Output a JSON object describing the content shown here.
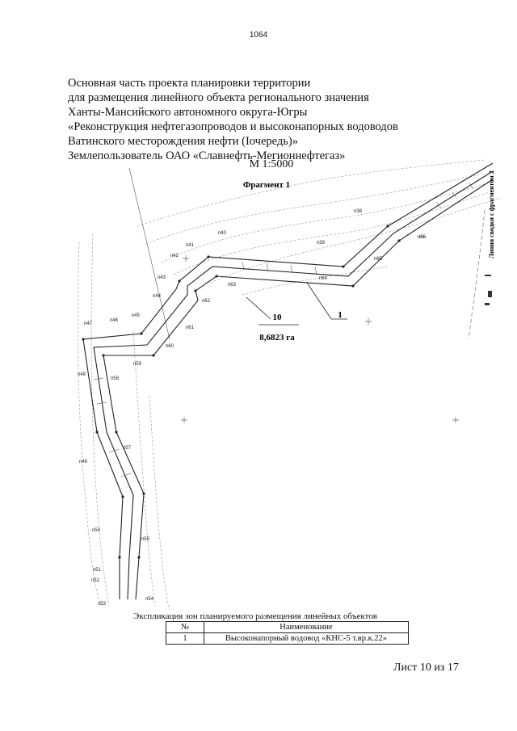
{
  "page_number": "1064",
  "title_lines": [
    "Основная часть проекта планировки территории",
    "для размещения линейного объекта регионального значения",
    "Ханты-Мансийского автономного округа-Югры",
    "«Реконструкция нефтегазопроводов и высоконапорных водоводов",
    "Ватинского месторождения нефти (Iочередь)»",
    "Землепользователь ОАО «Славнефть-Мегионнефтегаз»"
  ],
  "scale": "М 1:5000",
  "fragment": "Фрагмент 1",
  "side_note": "Линия сводки с фрагментом 2",
  "zone": {
    "number": "10",
    "area": "8,6823 га"
  },
  "callout": "1",
  "points": [
    "п38",
    "п39",
    "п40",
    "п41",
    "п42",
    "п43",
    "п44",
    "п45",
    "п46",
    "п47",
    "п48",
    "п49",
    "п50",
    "п51",
    "п52",
    "п53",
    "п54",
    "п55",
    "п56",
    "п57",
    "п58",
    "п59",
    "п60",
    "п61",
    "п62",
    "п63",
    "п64",
    "п65",
    "п66"
  ],
  "legend": {
    "caption": "Экспликация зон планируемого размещения линейных объектов",
    "headers": [
      "№",
      "Наименование"
    ],
    "rows": [
      {
        "num": "1",
        "name": "Высоконапорный водовод «КНС-5 т.вр.к.22»"
      }
    ]
  },
  "sheet_label": "Лист 10 из 17"
}
